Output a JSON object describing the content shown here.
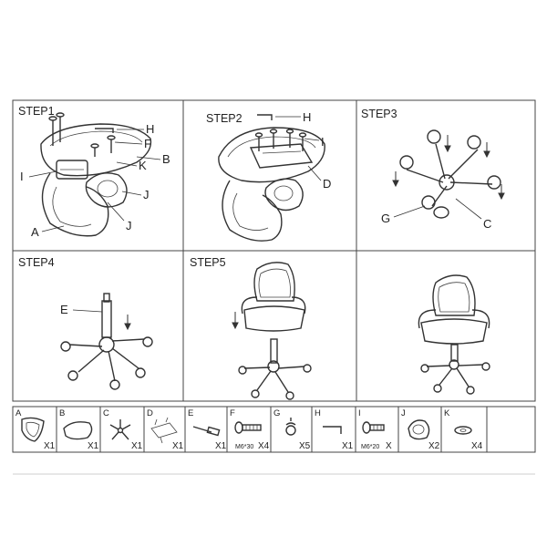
{
  "steps": [
    {
      "label": "STEP1"
    },
    {
      "label": "STEP2"
    },
    {
      "label": "STEP3"
    },
    {
      "label": "STEP4"
    },
    {
      "label": "STEP5"
    }
  ],
  "callouts": {
    "step1": [
      "H",
      "F",
      "B",
      "K",
      "I",
      "J",
      "J",
      "A"
    ],
    "step2": [
      "H",
      "I",
      "D"
    ],
    "step3": [
      "G",
      "C"
    ],
    "step4": [
      "E"
    ]
  },
  "parts": [
    {
      "letter": "A",
      "qty": "X1",
      "spec": "",
      "icon": "back-frame-icon"
    },
    {
      "letter": "B",
      "qty": "X1",
      "spec": "",
      "icon": "seat-cushion-icon"
    },
    {
      "letter": "C",
      "qty": "X1",
      "spec": "",
      "icon": "star-base-icon"
    },
    {
      "letter": "D",
      "qty": "X1",
      "spec": "",
      "icon": "mechanism-icon"
    },
    {
      "letter": "E",
      "qty": "X1",
      "spec": "",
      "icon": "gas-lift-icon"
    },
    {
      "letter": "F",
      "qty": "X4",
      "spec": "M6*30",
      "icon": "bolt-icon"
    },
    {
      "letter": "G",
      "qty": "X5",
      "spec": "",
      "icon": "caster-icon"
    },
    {
      "letter": "H",
      "qty": "X1",
      "spec": "",
      "icon": "allen-key-icon"
    },
    {
      "letter": "I",
      "qty": "X",
      "spec": "M6*20",
      "icon": "short-bolt-icon"
    },
    {
      "letter": "J",
      "qty": "X2",
      "spec": "",
      "icon": "armrest-icon"
    },
    {
      "letter": "K",
      "qty": "X4",
      "spec": "",
      "icon": "washer-icon"
    }
  ]
}
